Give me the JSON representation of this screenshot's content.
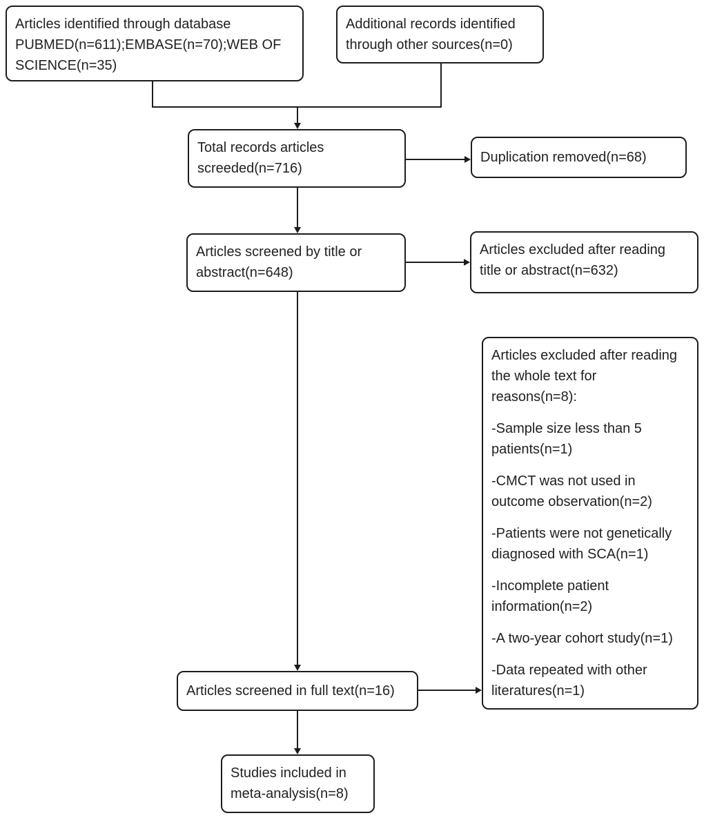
{
  "diagram": {
    "type": "flowchart",
    "colors": {
      "line": "#1c1c1c",
      "text": "#212121",
      "background": "#ffffff"
    },
    "boxes": {
      "identified": {
        "lines": [
          "Articles identified through database",
          "PUBMED(n=611);EMBASE(n=70);WEB OF",
          "SCIENCE(n=35)"
        ]
      },
      "additional": {
        "lines": [
          "Additional records identified",
          "through other sources(n=0)"
        ]
      },
      "total": {
        "lines": [
          "Total records articles",
          "screeded(n=716)"
        ]
      },
      "duplication": {
        "lines": [
          "Duplication removed(n=68)"
        ]
      },
      "title_screened": {
        "lines": [
          "Articles screened by title or",
          "abstract(n=648)"
        ]
      },
      "title_excluded": {
        "lines": [
          "Articles excluded after reading",
          "title or abstract(n=632)"
        ]
      },
      "reasons": {
        "title_lines": [
          "Articles excluded after reading",
          "the whole text for",
          "reasons(n=8):"
        ],
        "items": [
          {
            "lines": [
              "-Sample size less than 5",
              "patients(n=1)"
            ]
          },
          {
            "lines": [
              "-CMCT was not used in",
              "outcome observation(n=2)"
            ]
          },
          {
            "lines": [
              "-Patients were not genetically",
              "diagnosed with SCA(n=1)"
            ]
          },
          {
            "lines": [
              "-Incomplete patient",
              "information(n=2)"
            ]
          },
          {
            "lines": [
              "-A two-year cohort study(n=1)"
            ]
          },
          {
            "lines": [
              "-Data repeated with other",
              "literatures(n=1)"
            ]
          }
        ]
      },
      "full_text": {
        "lines": [
          "Articles screened in full text(n=16)"
        ]
      },
      "included": {
        "lines": [
          "Studies included in",
          "meta-analysis(n=8)"
        ]
      }
    }
  }
}
